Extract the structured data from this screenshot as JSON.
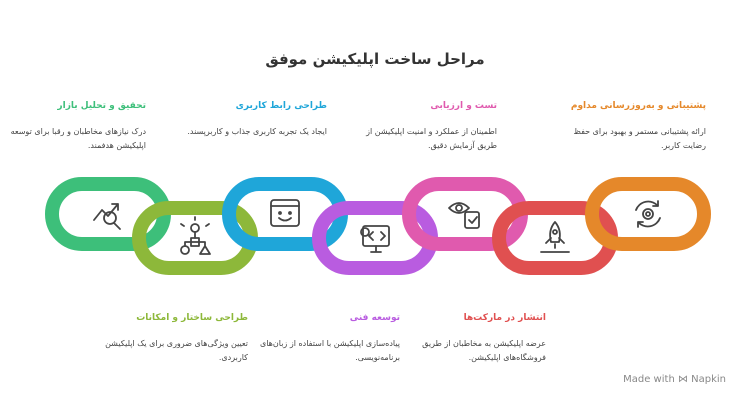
{
  "title": "مراحل ساخت اپلیکیشن موفق",
  "steps": [
    {
      "title": "تحقیق و تحلیل بازار",
      "desc": "درک نیازهای مخاطبان و رقبا برای توسعه اپلیکیشن هدفمند.",
      "color": "#3dbf7a",
      "icon": "chart-magnifier-icon"
    },
    {
      "title": "طراحی ساختار و امکانات",
      "desc": "تعیین ویژگی‌های ضروری برای یک اپلیکیشن کاربردی.",
      "color": "#8db83a",
      "icon": "idea-shapes-icon"
    },
    {
      "title": "طراحی رابط کاربری",
      "desc": "ایجاد یک تجربه کاربری جذاب و کاربرپسند.",
      "color": "#1fa6d9",
      "icon": "smiley-window-icon"
    },
    {
      "title": "توسعه فنی",
      "desc": "پیاده‌سازی اپلیکیشن با استفاده از زبان‌های برنامه‌نویسی.",
      "color": "#b95ce0",
      "icon": "code-monitor-icon"
    },
    {
      "title": "تست و ارزیابی",
      "desc": "اطمینان از عملکرد و امنیت اپلیکیشن از طریق آزمایش دقیق.",
      "color": "#e05aae",
      "icon": "eye-clipboard-icon"
    },
    {
      "title": "انتشار در مارکت‌ها",
      "desc": "عرضه اپلیکیشن به مخاطبان از طریق فروشگاه‌های اپلیکیشن.",
      "color": "#e05050",
      "icon": "rocket-launch-icon"
    },
    {
      "title": "پشتیبانی و به‌روزرسانی مداوم",
      "desc": "ارائه پشتیبانی مستمر و بهبود برای حفظ رضایت کاربر.",
      "color": "#e5882a",
      "icon": "gear-refresh-icon"
    }
  ],
  "footer": "Made with ⋈ Napkin"
}
